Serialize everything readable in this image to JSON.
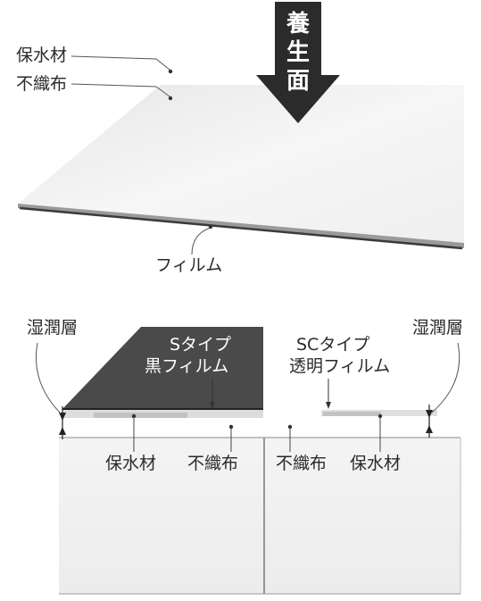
{
  "top": {
    "arrow_text": [
      "養",
      "生",
      "面"
    ],
    "labels": {
      "water_material": "保水材",
      "nonwoven": "不織布",
      "film": "フィルム"
    }
  },
  "bottom": {
    "labels": {
      "moist_left": "湿潤層",
      "moist_right": "湿潤層",
      "s_type_line1": "Sタイプ",
      "s_type_line2": "黒フィルム",
      "sc_type_line1": "SCタイプ",
      "sc_type_line2": "透明フィルム",
      "water_left": "保水材",
      "nonwoven_left": "不織布",
      "nonwoven_right": "不織布",
      "water_right": "保水材"
    }
  },
  "colors": {
    "arrow": "#2b2b2b",
    "black_film": "#4a4a4a",
    "sheet": "#f1f1f1",
    "concrete": "#f4f4f4",
    "text": "#2a2a2a"
  }
}
